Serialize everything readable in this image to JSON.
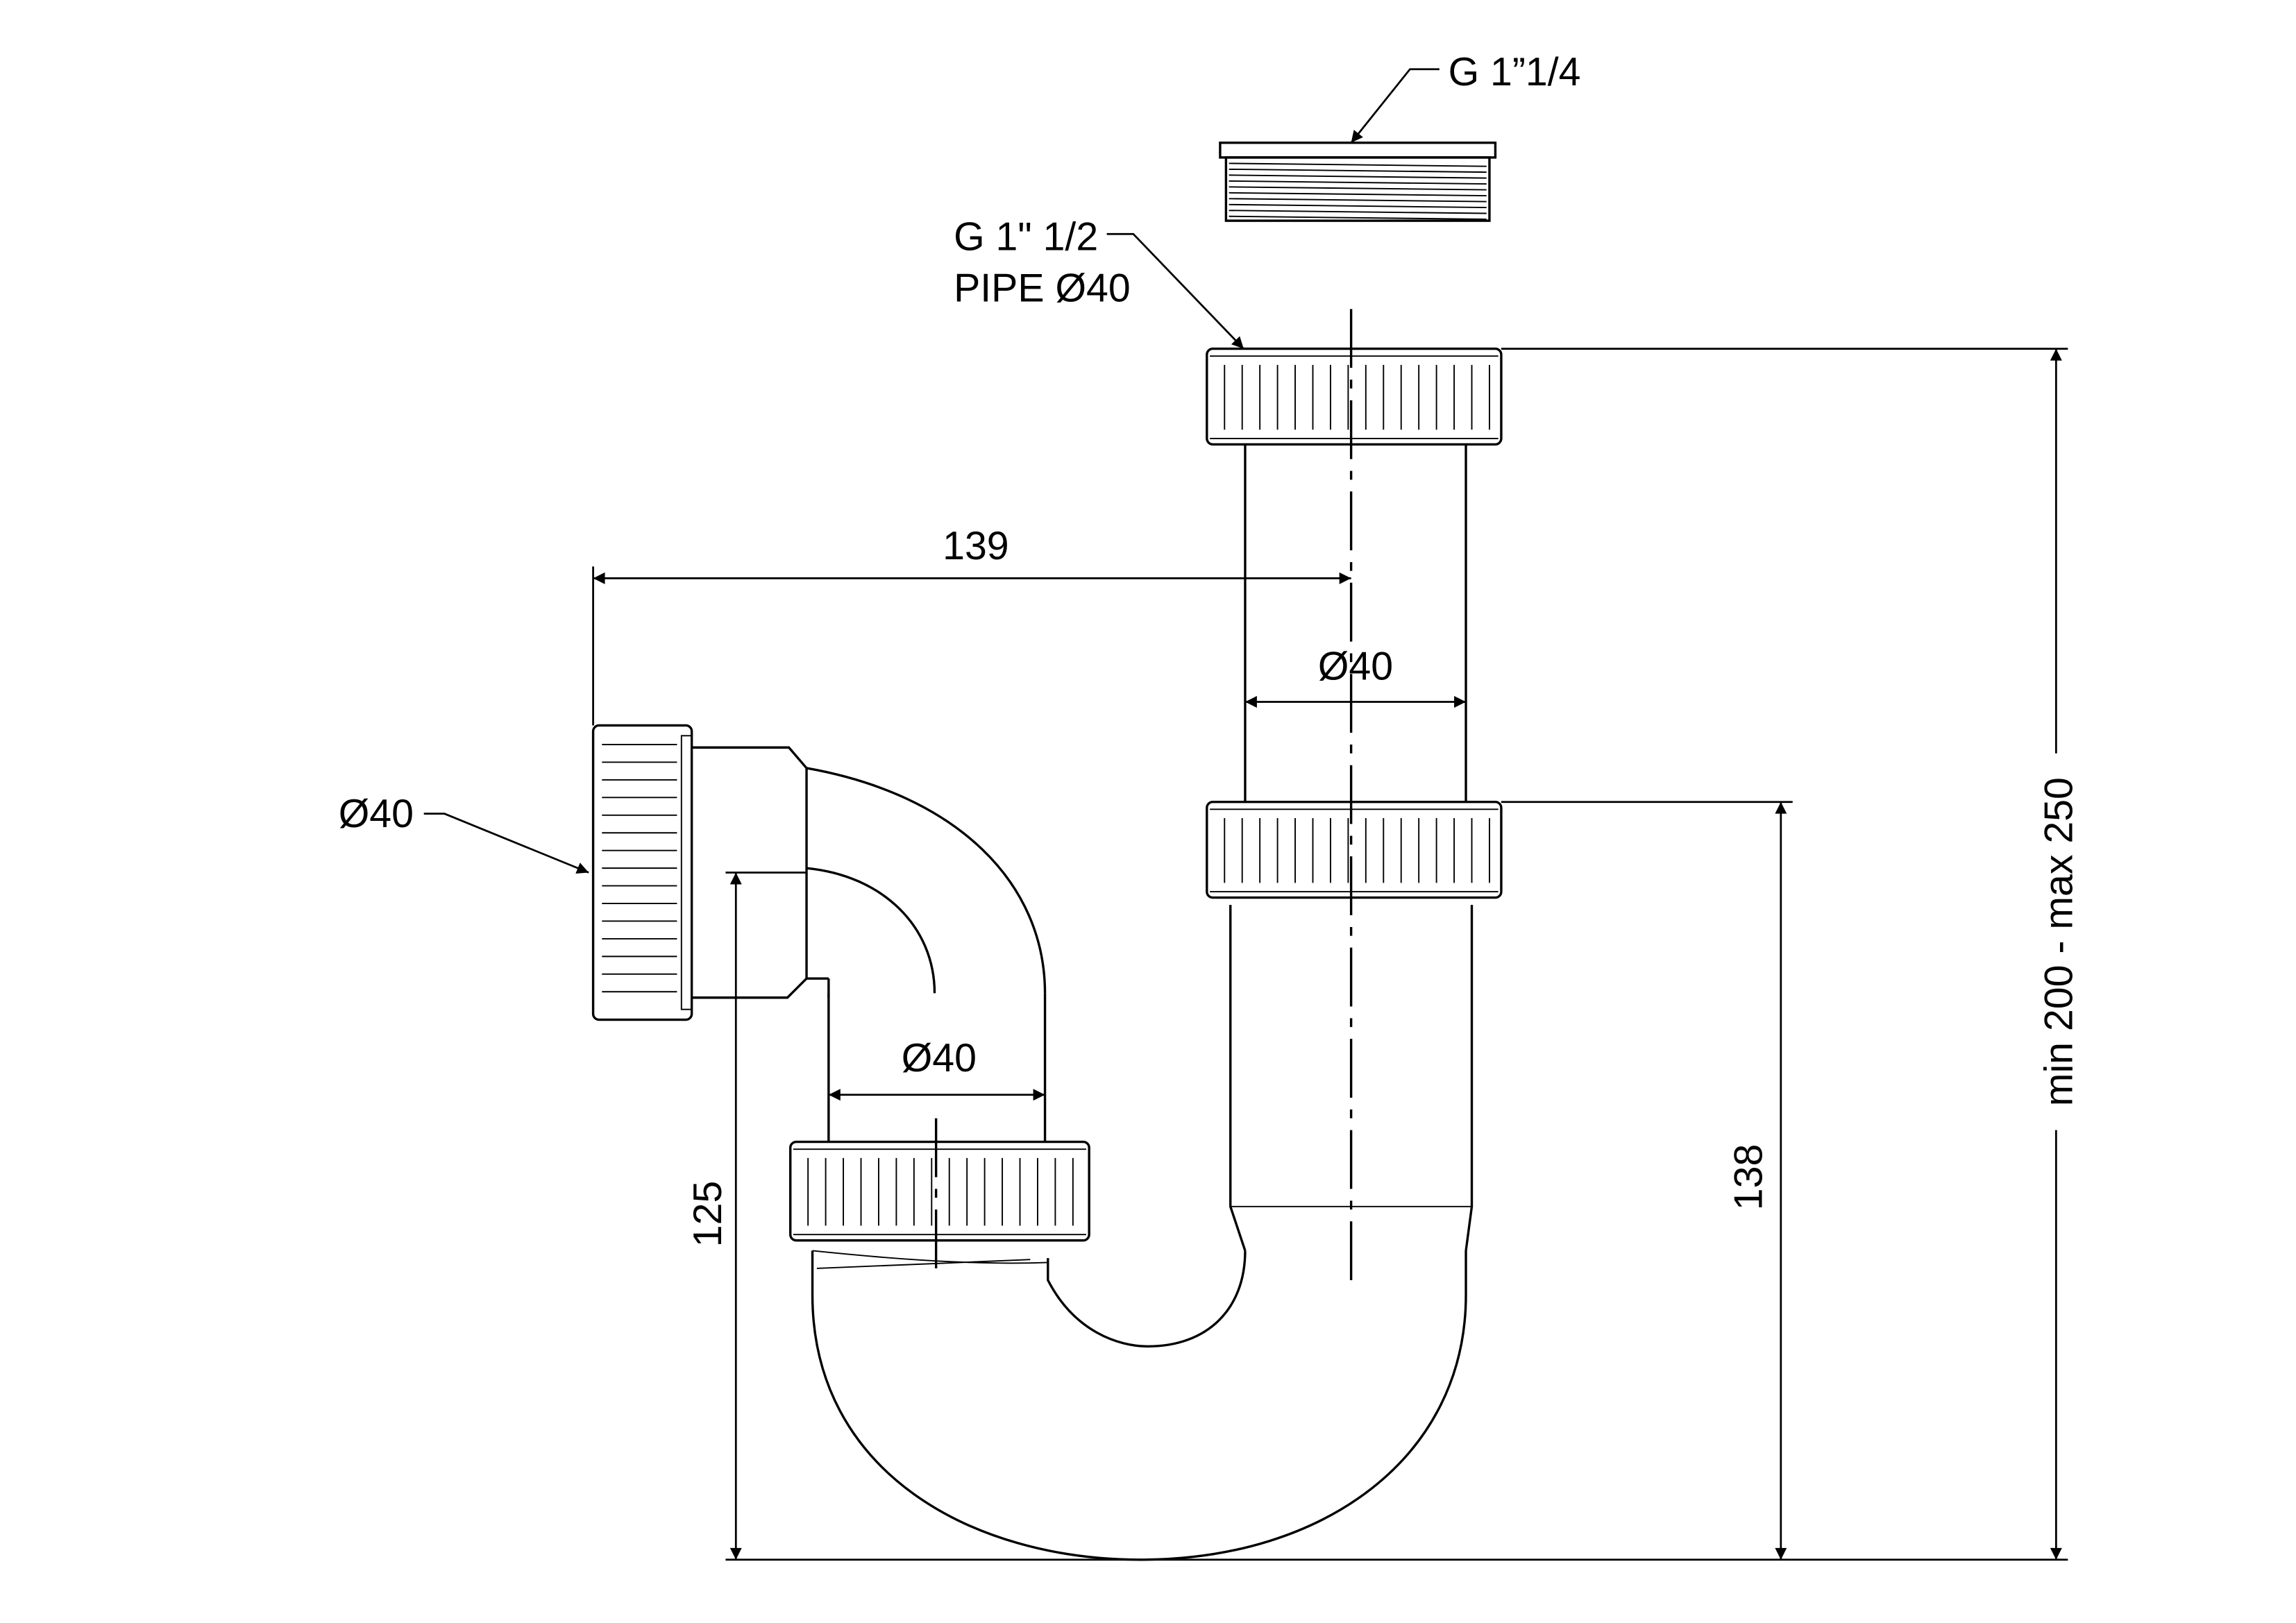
{
  "labels": {
    "thread_top": "G 1”1/4",
    "thread_inlet_line1": "G 1\" 1/2",
    "thread_inlet_line2": "PIPE Ø40",
    "dim_horizontal": "139",
    "dim_pipe_vertical": "Ø40",
    "dim_pipe_lower": "Ø40",
    "dim_outlet": "Ø40",
    "dim_outlet_height": "125",
    "dim_nut_height": "138",
    "dim_total_height": "min 200 - max 250"
  }
}
